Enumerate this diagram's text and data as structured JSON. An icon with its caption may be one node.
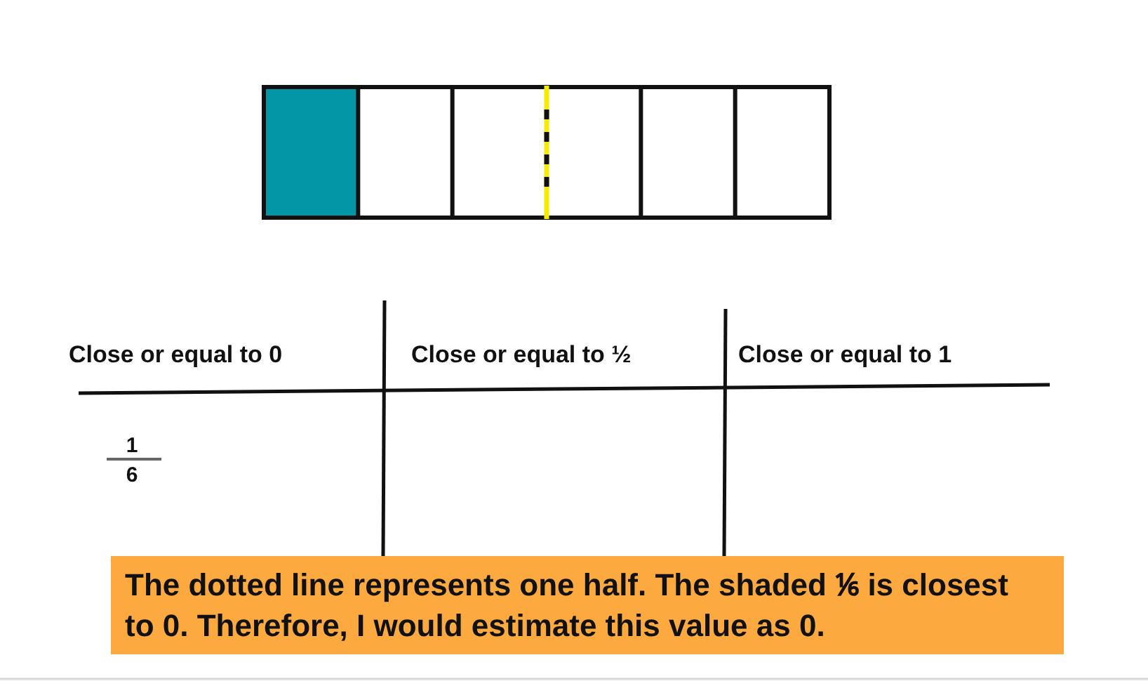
{
  "diagram": {
    "nodes": [
      {
        "text": [
          "The dotted line represents one half. The shaded ⅙ is closest to 0. Therefore, I would estimate this value as 0."
        ]
      }
    ],
    "labels": [
      "Close or equal to 0",
      "Close or equal to ½",
      "Close or equal to 1",
      "1",
      "6"
    ]
  }
}
